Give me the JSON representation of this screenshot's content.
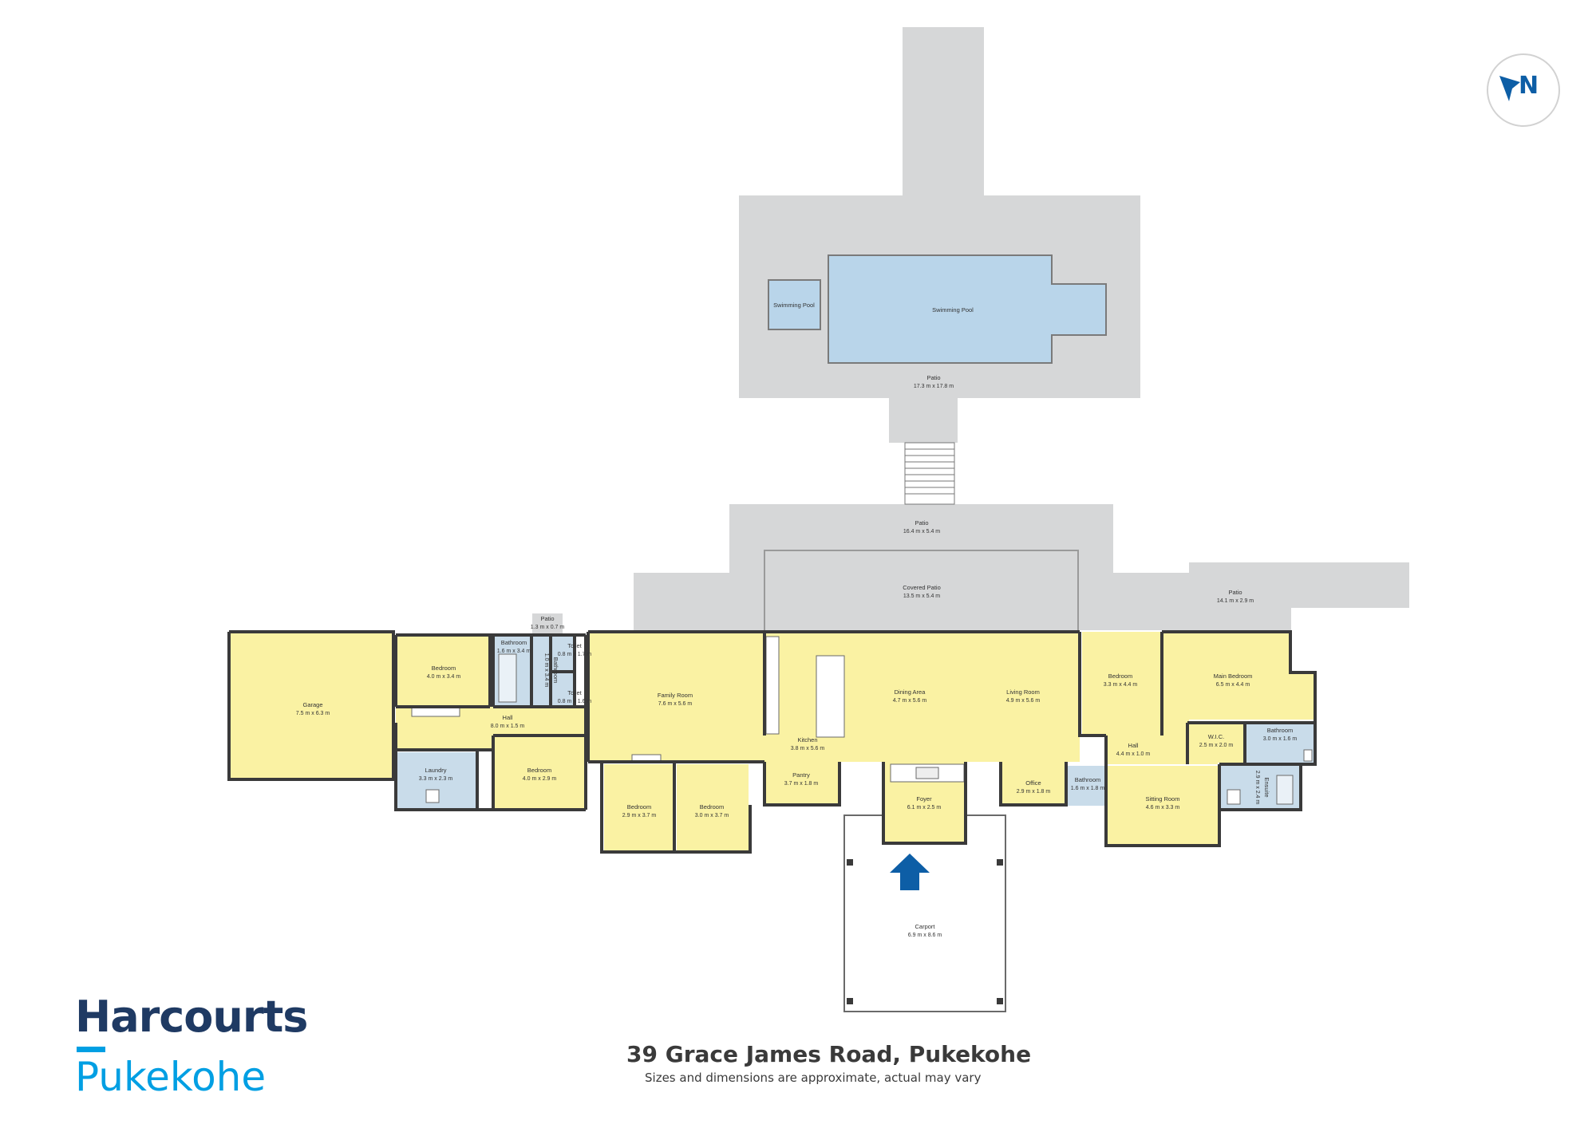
{
  "brand": {
    "name": "Harcourts",
    "office": "Pukekohe"
  },
  "address": "39 Grace James Road, Pukekohe",
  "disclaimer": "Sizes and dimensions are approximate, actual may vary",
  "compass": {
    "label": "N"
  },
  "colors": {
    "room": "#faf2a3",
    "wet": "#c9dcea",
    "pool": "#b9d5ea",
    "patio": "#d6d7d8",
    "wall": "#3a3a3a",
    "arrow": "#0d5ea6",
    "brand_dark": "#1f3a63",
    "brand_light": "#009fe3"
  },
  "icons": [
    "north-compass-icon",
    "entry-arrow-icon"
  ],
  "rooms": {
    "patio_top": {
      "name": "Patio",
      "dims": "17.3 m x 17.8 m"
    },
    "pool_small": {
      "name": "Swimming Pool"
    },
    "pool_main": {
      "name": "Swimming Pool"
    },
    "patio_mid": {
      "name": "Patio",
      "dims": "16.4 m x 5.4 m"
    },
    "covered_patio": {
      "name": "Covered Patio",
      "dims": "13.5 m x 5.4 m"
    },
    "patio_right": {
      "name": "Patio",
      "dims": "14.1 m x 2.9 m"
    },
    "patio_small": {
      "name": "Patio",
      "dims": "1.3 m x 0.7 m"
    },
    "garage": {
      "name": "Garage",
      "dims": "7.5 m x 6.3 m"
    },
    "bedroom_1": {
      "name": "Bedroom",
      "dims": "4.0 m x 3.4 m"
    },
    "bathroom_1": {
      "name": "Bathroom",
      "dims": "1.6 m x 3.4 m"
    },
    "bathroom_2": {
      "name": "Bathroom",
      "dims": "1.0 m x 3.4 m"
    },
    "toilet_1": {
      "name": "Toilet",
      "dims": "0.8 m x 1.7 m"
    },
    "toilet_2": {
      "name": "Toilet",
      "dims": "0.8 m x 1.6 m"
    },
    "hall_1": {
      "name": "Hall",
      "dims": "8.0 m x 1.5 m"
    },
    "laundry": {
      "name": "Laundry",
      "dims": "3.3 m x 2.3 m"
    },
    "bedroom_2": {
      "name": "Bedroom",
      "dims": "4.0 m x 2.9 m"
    },
    "family_room": {
      "name": "Family Room",
      "dims": "7.6 m x 5.6 m"
    },
    "bedroom_3": {
      "name": "Bedroom",
      "dims": "2.9 m x 3.7 m"
    },
    "bedroom_4": {
      "name": "Bedroom",
      "dims": "3.0 m x 3.7 m"
    },
    "kitchen": {
      "name": "Kitchen",
      "dims": "3.8 m x 5.6 m"
    },
    "pantry": {
      "name": "Pantry",
      "dims": "3.7 m x 1.8 m"
    },
    "dining_area": {
      "name": "Dining Area",
      "dims": "4.7 m x 5.6 m"
    },
    "living_room": {
      "name": "Living Room",
      "dims": "4.9 m x 5.6 m"
    },
    "foyer": {
      "name": "Foyer",
      "dims": "6.1 m x 2.5 m"
    },
    "office": {
      "name": "Office",
      "dims": "2.9 m x 1.8 m"
    },
    "bathroom_3": {
      "name": "Bathroom",
      "dims": "1.6 m x 1.8 m"
    },
    "bedroom_5": {
      "name": "Bedroom",
      "dims": "3.3 m x 4.4 m"
    },
    "hall_2": {
      "name": "Hall",
      "dims": "4.4 m x 1.0 m"
    },
    "main_bedroom": {
      "name": "Main Bedroom",
      "dims": "6.5 m x 4.4 m"
    },
    "wic": {
      "name": "W.I.C.",
      "dims": "2.5 m x 2.0 m"
    },
    "bathroom_4": {
      "name": "Bathroom",
      "dims": "3.0 m x 1.6 m"
    },
    "ensuite": {
      "name": "Ensuite",
      "dims": "2.9 m x 2.4 m"
    },
    "sitting_room": {
      "name": "Sitting Room",
      "dims": "4.6 m x 3.3 m"
    },
    "carport": {
      "name": "Carport",
      "dims": "6.9 m x 8.6 m"
    }
  }
}
